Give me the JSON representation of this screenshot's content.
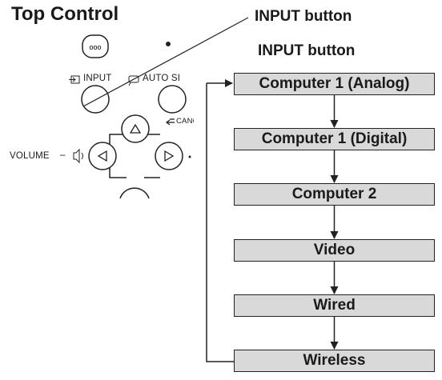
{
  "title": "Top Control",
  "callout_label": "INPUT button",
  "control_panel": {
    "input_label": "INPUT",
    "auto_label": "AUTO SI",
    "cancel_label": "CANC",
    "volume_label": "VOLUME",
    "volume_dash": "–"
  },
  "flow": {
    "heading": "INPUT button",
    "steps": [
      "Computer 1 (Analog)",
      "Computer 1 (Digital)",
      "Computer 2",
      "Video",
      "Wired",
      "Wireless"
    ]
  }
}
